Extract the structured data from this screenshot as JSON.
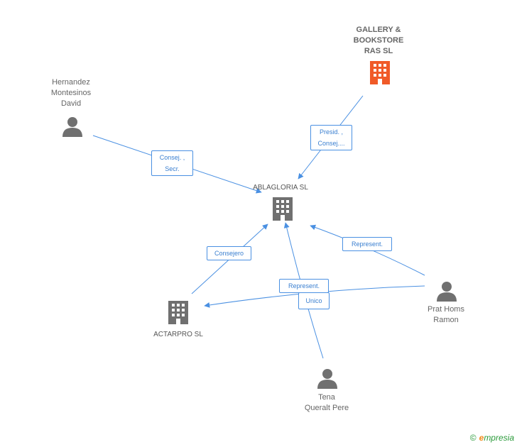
{
  "colors": {
    "edge": "#4a90e2",
    "node_gray": "#707070",
    "node_highlight": "#f05a28",
    "label_border": "#4a90e2"
  },
  "nodes": {
    "ablagloria": {
      "label": "ABLAGLORIA SL",
      "type": "company",
      "icon": "building-icon"
    },
    "gallery": {
      "label": "GALLERY &\nBOOKSTORE\nRAS SL",
      "type": "company",
      "icon": "building-icon"
    },
    "hernandez": {
      "label": "Hernandez\nMontesinos\nDavid",
      "type": "person",
      "icon": "person-icon"
    },
    "actarpro": {
      "label": "ACTARPRO SL",
      "type": "company",
      "icon": "building-icon"
    },
    "prat": {
      "label": "Prat Homs\nRamon",
      "type": "person",
      "icon": "person-icon"
    },
    "tena": {
      "label": "Tena\nQueralt Pere",
      "type": "person",
      "icon": "person-icon"
    }
  },
  "edges": {
    "gallery_ablagloria": {
      "label": "Presid. ,\nConsej...."
    },
    "hernandez_ablagloria": {
      "label": "Consej. ,\nSecr."
    },
    "actarpro_ablagloria": {
      "label": "Consejero"
    },
    "prat_ablagloria": {
      "label": "Represent."
    },
    "prat_actarpro": {
      "label": "Represent."
    },
    "tena_ablagloria": {
      "label": "Unico"
    }
  },
  "brand": {
    "copyright": "©",
    "name_initial": "e",
    "name_rest": "mpresia"
  }
}
